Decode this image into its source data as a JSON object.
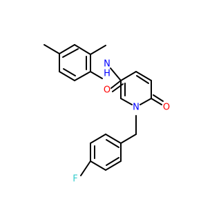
{
  "atoms": {
    "nitrogen_amide": {
      "label": "N",
      "color": "#0000FF"
    },
    "hydrogen_amide": {
      "label": "H",
      "color": "#0000FF"
    },
    "oxygen_carbonyl": {
      "label": "O",
      "color": "#FF0000"
    },
    "nitrogen_ring": {
      "label": "N",
      "color": "#0000FF"
    },
    "oxygen_ring": {
      "label": "O",
      "color": "#FF0000"
    },
    "fluorine": {
      "label": "F",
      "color": "#33CCCC"
    }
  }
}
